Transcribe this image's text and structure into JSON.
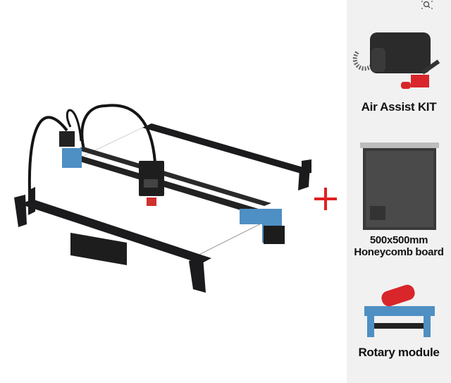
{
  "accessories": [
    {
      "title": "Air Assist KIT"
    },
    {
      "title_line1": "500x500mm",
      "title_line2": "Honeycomb board"
    },
    {
      "title": "Rotary module"
    }
  ],
  "icons": {
    "zoom": "magnify-icon",
    "plus": "plus-icon"
  },
  "colors": {
    "frame": "#1b1b1d",
    "accent_blue": "#4e8fc4",
    "plus": "#e02020",
    "side_bg": "#f1f1f1",
    "red_part": "#d8262b"
  }
}
